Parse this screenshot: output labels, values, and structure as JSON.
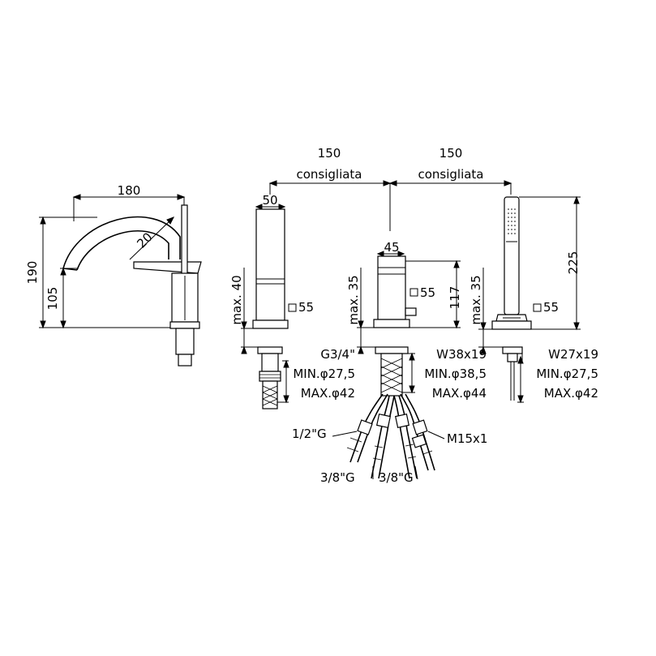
{
  "dimensions": {
    "spacing_left_value": "150",
    "spacing_left_note": "consigliata",
    "spacing_right_value": "150",
    "spacing_right_note": "consigliata",
    "spout_length": "180",
    "spout_radius": "20",
    "spout_total_height": "190",
    "spout_outlet_height": "105",
    "left_body_width": "50",
    "left_max_thickness": "max. 40",
    "left_square": "55",
    "center_body_width": "45",
    "center_max_thickness": "max. 35",
    "center_square": "55",
    "center_height": "117",
    "right_max_thickness": "max. 35",
    "right_square": "55",
    "right_height": "225"
  },
  "fixings": {
    "left": [
      "G3/4\"",
      "MIN.φ27,5",
      "MAX.φ42"
    ],
    "center": [
      "W38x19",
      "MIN.φ38,5",
      "MAX.φ44"
    ],
    "right": [
      "W27x19",
      "MIN.φ27,5",
      "MAX.φ42"
    ]
  },
  "hoses": {
    "half_inch": "1/2\"G",
    "three_eighths_a": "3/8\"G",
    "three_eighths_b": "3/8\"G",
    "metric": "M15x1"
  }
}
